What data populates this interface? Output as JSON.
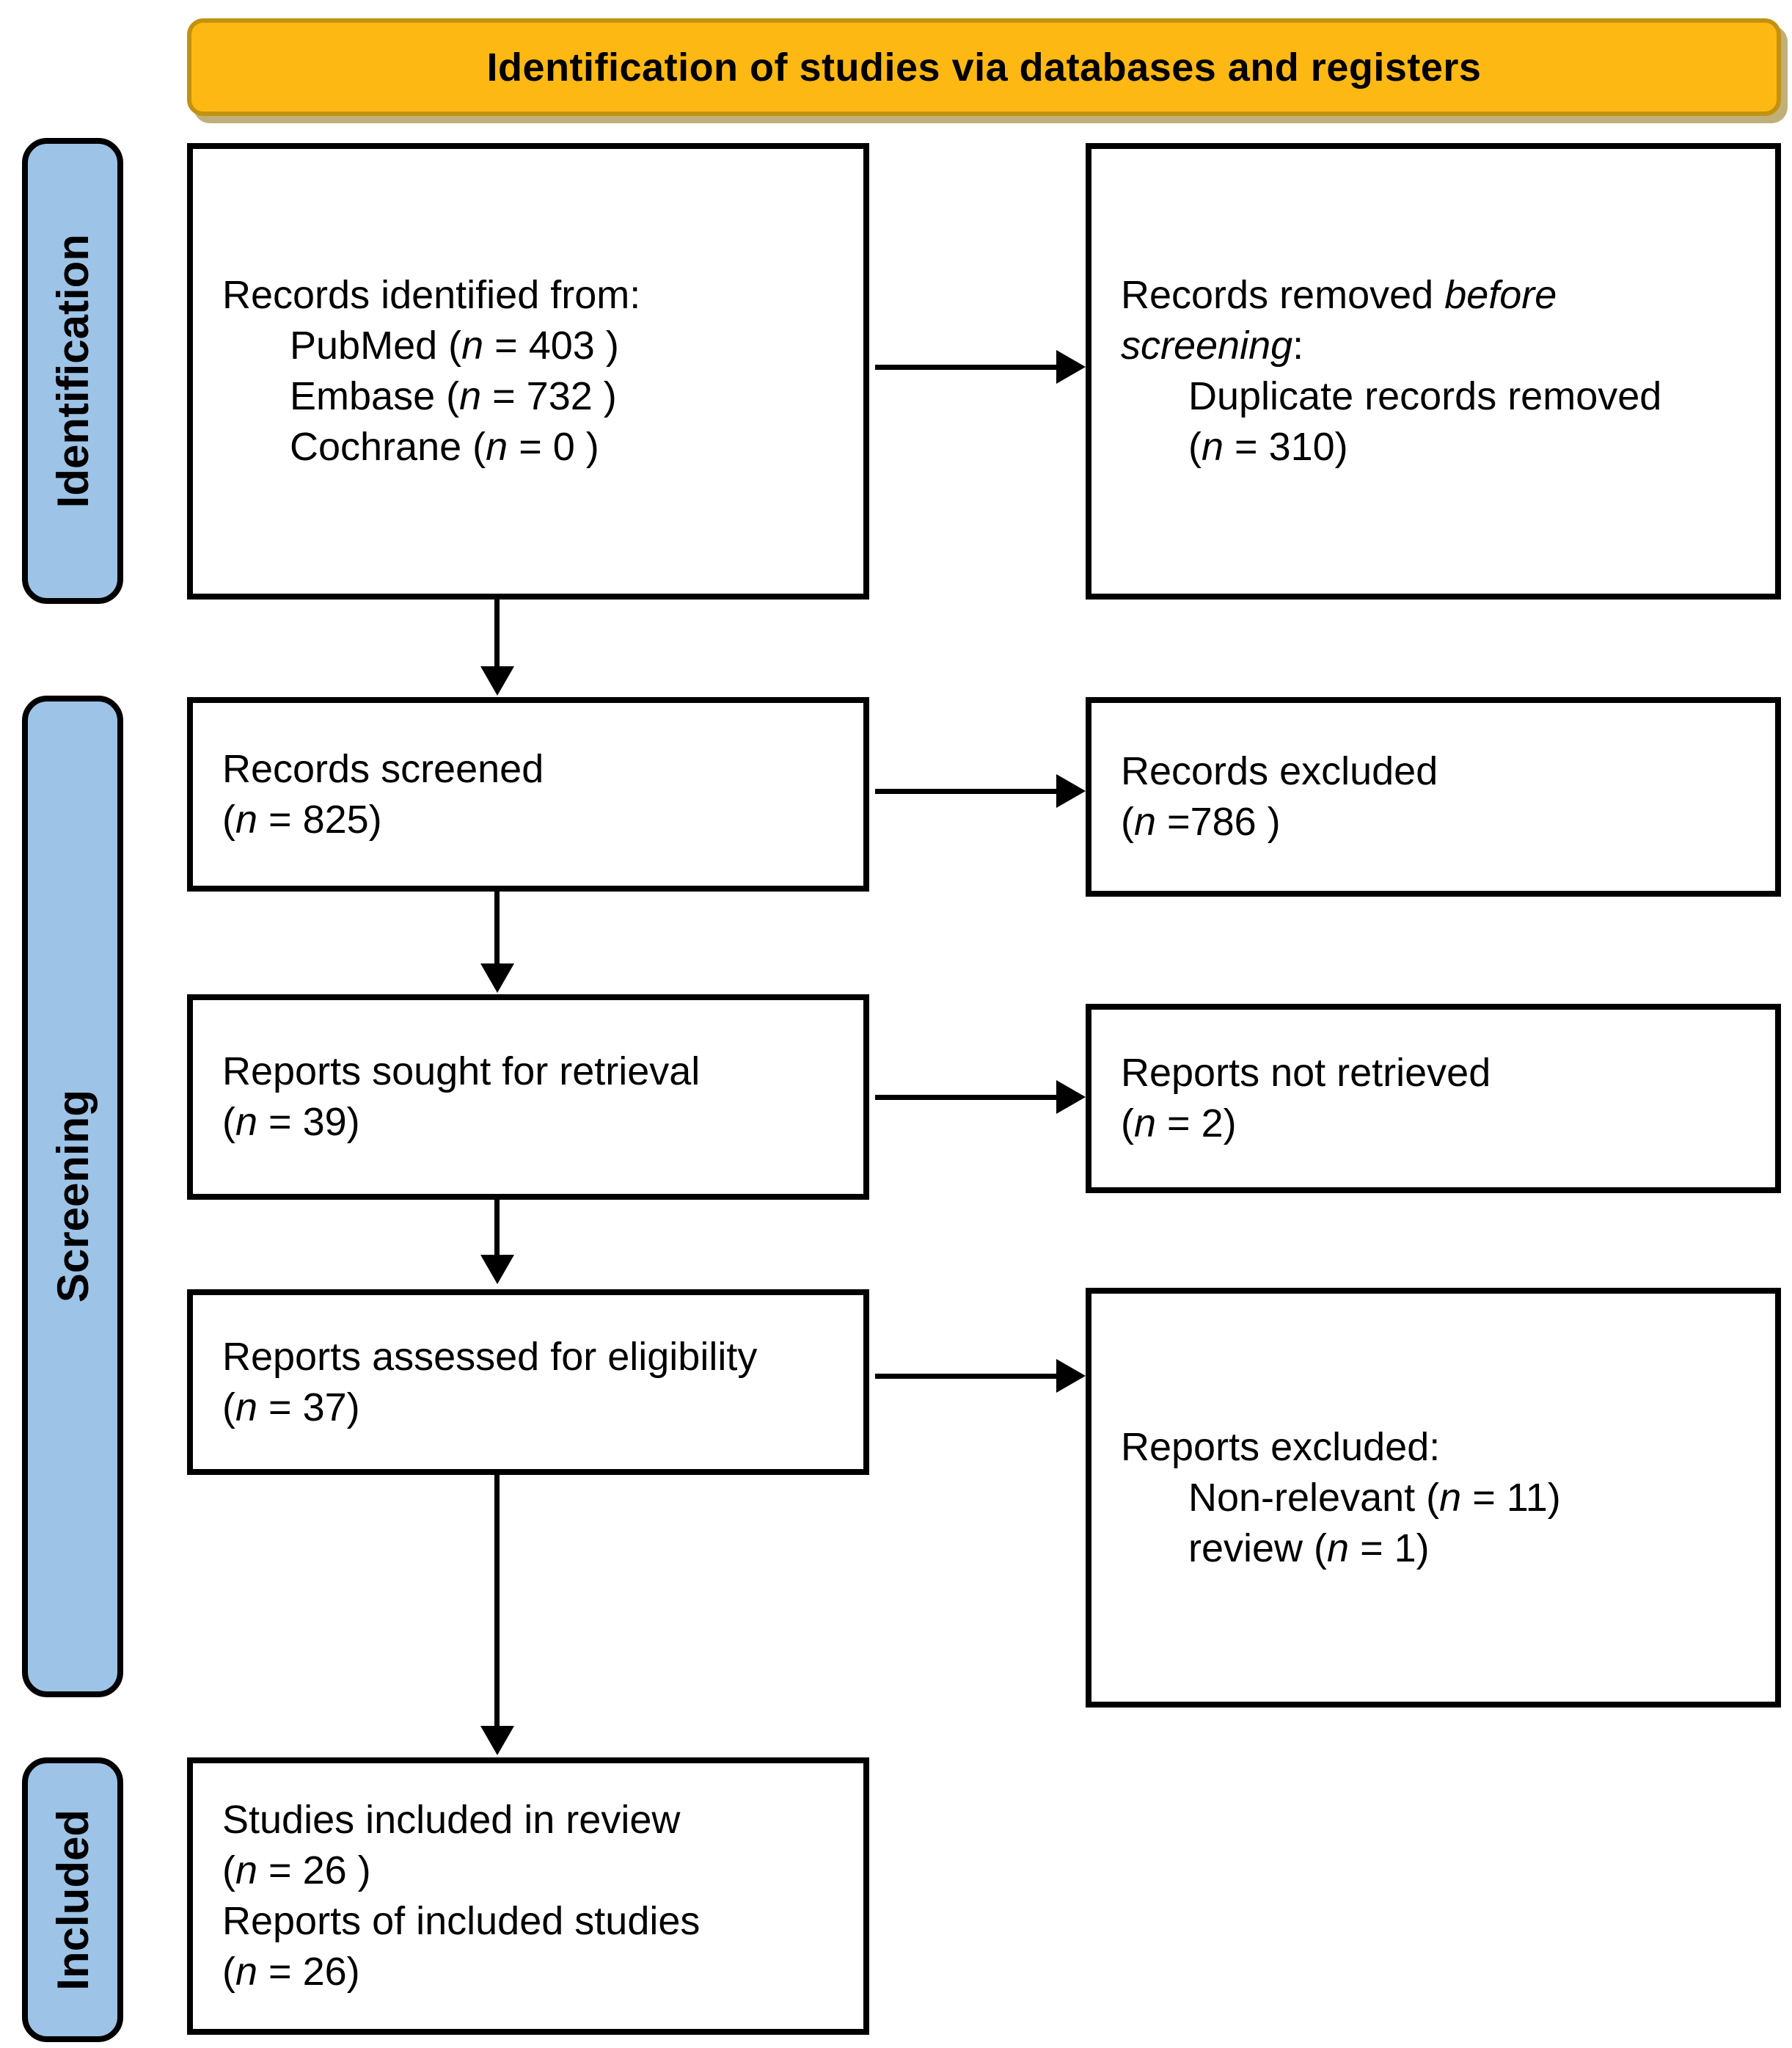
{
  "banner": {
    "title": "Identification of studies via databases and registers"
  },
  "sidebar": {
    "items": [
      {
        "label": "Identification"
      },
      {
        "label": "Screening"
      },
      {
        "label": "Included"
      }
    ]
  },
  "colors": {
    "banner_fill": "#FDB813",
    "banner_border": "#C29110",
    "stage_fill": "#9DC3E6",
    "stage_border": "#000000",
    "box_border": "#000000",
    "arrow": "#000000",
    "text": "#000000"
  },
  "boxes": [
    {
      "name": "records-identified",
      "lines": [
        {
          "indent": 0,
          "segs": [
            {
              "t": "Records identified from:"
            }
          ]
        },
        {
          "indent": 1,
          "segs": [
            {
              "t": "PubMed ("
            },
            {
              "t": "n",
              "i": true
            },
            {
              "t": " = 403 )"
            }
          ]
        },
        {
          "indent": 1,
          "segs": [
            {
              "t": "Embase ("
            },
            {
              "t": "n",
              "i": true
            },
            {
              "t": " = 732 )"
            }
          ]
        },
        {
          "indent": 1,
          "segs": [
            {
              "t": "Cochrane ("
            },
            {
              "t": "n",
              "i": true
            },
            {
              "t": " = 0 )"
            }
          ]
        }
      ]
    },
    {
      "name": "records-removed",
      "lines": [
        {
          "indent": 0,
          "segs": [
            {
              "t": "Records removed "
            },
            {
              "t": "before",
              "i": true
            }
          ]
        },
        {
          "indent": 0,
          "segs": [
            {
              "t": "screening",
              "i": true
            },
            {
              "t": ":"
            }
          ]
        },
        {
          "indent": 1,
          "segs": [
            {
              "t": "Duplicate records removed"
            }
          ]
        },
        {
          "indent": 1,
          "segs": [
            {
              "t": "("
            },
            {
              "t": "n",
              "i": true
            },
            {
              "t": " = 310)"
            }
          ]
        }
      ]
    },
    {
      "name": "records-screened",
      "lines": [
        {
          "indent": 0,
          "segs": [
            {
              "t": "Records screened"
            }
          ]
        },
        {
          "indent": 0,
          "segs": [
            {
              "t": "("
            },
            {
              "t": "n",
              "i": true
            },
            {
              "t": " = 825)"
            }
          ]
        }
      ]
    },
    {
      "name": "records-excluded",
      "lines": [
        {
          "indent": 0,
          "segs": [
            {
              "t": "Records excluded"
            }
          ]
        },
        {
          "indent": 0,
          "segs": [
            {
              "t": "("
            },
            {
              "t": "n",
              "i": true
            },
            {
              "t": " =786 )"
            }
          ]
        }
      ]
    },
    {
      "name": "reports-sought",
      "lines": [
        {
          "indent": 0,
          "segs": [
            {
              "t": "Reports sought for retrieval"
            }
          ]
        },
        {
          "indent": 0,
          "segs": [
            {
              "t": "("
            },
            {
              "t": "n",
              "i": true
            },
            {
              "t": " = 39)"
            }
          ]
        }
      ]
    },
    {
      "name": "reports-not-retrieved",
      "lines": [
        {
          "indent": 0,
          "segs": [
            {
              "t": "Reports not retrieved"
            }
          ]
        },
        {
          "indent": 0,
          "segs": [
            {
              "t": "("
            },
            {
              "t": "n",
              "i": true
            },
            {
              "t": " = 2)"
            }
          ]
        }
      ]
    },
    {
      "name": "reports-assessed",
      "lines": [
        {
          "indent": 0,
          "segs": [
            {
              "t": "Reports assessed for eligibility"
            }
          ]
        },
        {
          "indent": 0,
          "segs": [
            {
              "t": "("
            },
            {
              "t": "n",
              "i": true
            },
            {
              "t": " = 37)"
            }
          ]
        }
      ]
    },
    {
      "name": "reports-excluded",
      "lines": [
        {
          "indent": 0,
          "segs": [
            {
              "t": "Reports excluded:"
            }
          ]
        },
        {
          "indent": 1,
          "segs": [
            {
              "t": "Non-relevant ("
            },
            {
              "t": "n",
              "i": true
            },
            {
              "t": " = 11)"
            }
          ]
        },
        {
          "indent": 1,
          "segs": [
            {
              "t": "review ("
            },
            {
              "t": "n",
              "i": true
            },
            {
              "t": " = 1)"
            }
          ]
        }
      ]
    },
    {
      "name": "studies-included",
      "lines": [
        {
          "indent": 0,
          "segs": [
            {
              "t": "Studies included in review"
            }
          ]
        },
        {
          "indent": 0,
          "segs": [
            {
              "t": "("
            },
            {
              "t": "n",
              "i": true
            },
            {
              "t": " = 26 )"
            }
          ]
        },
        {
          "indent": 0,
          "segs": [
            {
              "t": "Reports of included studies"
            }
          ]
        },
        {
          "indent": 0,
          "segs": [
            {
              "t": "("
            },
            {
              "t": "n",
              "i": true
            },
            {
              "t": " = 26)"
            }
          ]
        }
      ]
    }
  ]
}
